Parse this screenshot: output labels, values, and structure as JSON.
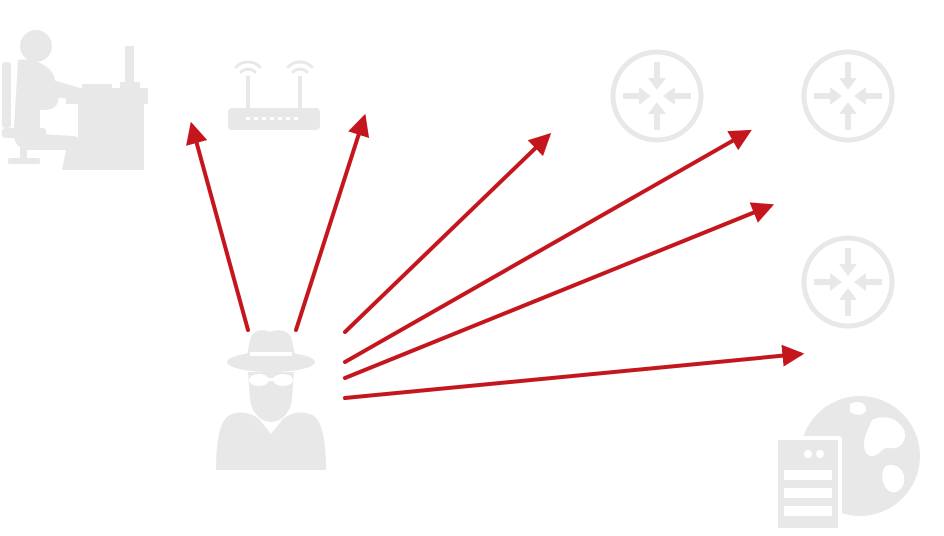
{
  "diagram": {
    "colors": {
      "background": "#ffffff",
      "icon": "#e8e8e8",
      "icon_detail": "#ffffff",
      "arrow": "#c4161c"
    },
    "nodes": [
      {
        "id": "attacker",
        "icon": "spy-hat-sunglasses-icon"
      },
      {
        "id": "office-worker",
        "icon": "person-at-desk-icon"
      },
      {
        "id": "wifi-router",
        "icon": "wifi-router-icon"
      },
      {
        "id": "router-1",
        "icon": "network-router-icon"
      },
      {
        "id": "router-2",
        "icon": "network-router-icon"
      },
      {
        "id": "router-3",
        "icon": "network-router-icon"
      },
      {
        "id": "web-server",
        "icon": "server-globe-icon"
      }
    ],
    "arrows": [
      {
        "from": "attacker",
        "direction": "up-left"
      },
      {
        "from": "attacker",
        "direction": "up"
      },
      {
        "from": "attacker",
        "direction": "up-right"
      },
      {
        "from": "attacker",
        "direction": "right-up"
      },
      {
        "from": "attacker",
        "direction": "right"
      },
      {
        "from": "attacker",
        "direction": "right-level"
      }
    ]
  }
}
